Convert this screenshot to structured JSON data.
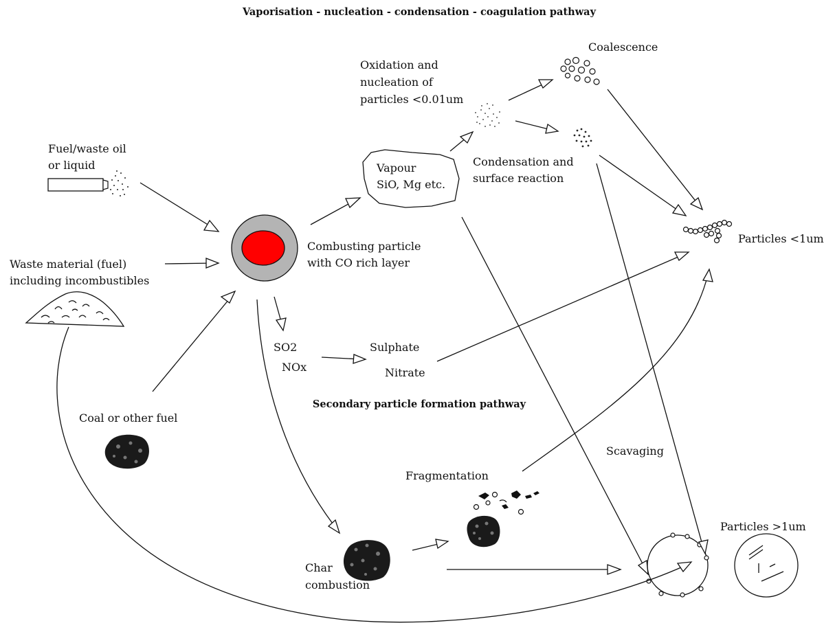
{
  "diagram": {
    "titles": {
      "top": "Vaporisation - nucleation - condensation - coagulation pathway",
      "secondary": "Secondary particle formation pathway"
    },
    "labels": {
      "fuel_oil_1": "Fuel/waste oil",
      "fuel_oil_2": "or liquid",
      "waste_1": "Waste material (fuel)",
      "waste_2": "including incombustibles",
      "coal": "Coal or other fuel",
      "combusting_1": "Combusting particle",
      "combusting_2": "with CO rich layer",
      "vapour_1": "Vapour",
      "vapour_2": "SiO, Mg etc.",
      "oxidation_1": "Oxidation and",
      "oxidation_2": "nucleation of",
      "oxidation_3": "particles <0.01um",
      "coalescence": "Coalescence",
      "condensation_1": "Condensation and",
      "condensation_2": "surface reaction",
      "particles_small": "Particles <1um",
      "so2": "SO2",
      "nox": "NOx",
      "sulphate": "Sulphate",
      "nitrate": "Nitrate",
      "scavaging": "Scavaging",
      "fragmentation": "Fragmentation",
      "char_1": "Char",
      "char_2": "combustion",
      "particles_large": "Particles >1um"
    },
    "colors": {
      "core": "#ff0000",
      "shell": "#b4b4b4",
      "ink": "#111111"
    }
  }
}
